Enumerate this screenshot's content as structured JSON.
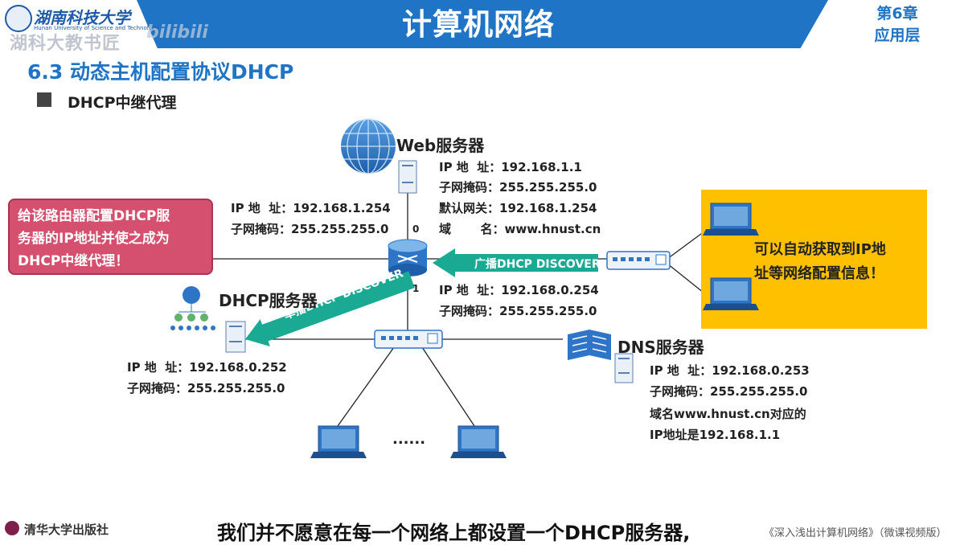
{
  "header": {
    "title": "计算机网络",
    "chapter_line1": "第6章",
    "chapter_line2": "应用层",
    "university_name": "湖南科技大学",
    "university_english": "Hunan University of Science and Technology",
    "watermark": "湖科大教书匠",
    "bilibili": "bilibili"
  },
  "section": {
    "title": "6.3 动态主机配置协议DHCP",
    "bullet": "DHCP中继代理"
  },
  "web_server": {
    "title": "Web服务器",
    "ip": "IP 地  址：192.168.1.1",
    "mask": "子网掩码：255.255.255.0",
    "gateway": "默认网关：192.168.1.254",
    "domain": "域       名：www.hnust.cn"
  },
  "router": {
    "if0_ip": "IP 地  址：192.168.1.254",
    "if0_mask": "子网掩码：255.255.255.0",
    "if0_label": "0",
    "if1_label": "1",
    "if1_ip": "IP 地  址：192.168.0.254",
    "if1_mask": "子网掩码：255.255.255.0"
  },
  "callout": {
    "text_line1": "给该路由器配置DHCP服",
    "text_line2": "务器的IP地址并使之成为",
    "text_line3": "DHCP中继代理！"
  },
  "broadcast_label": "广播DHCP DISCOVER",
  "unicast_label": "单播DHCP DISCOVER",
  "dhcp_server": {
    "title": "DHCP服务器",
    "ip": "IP 地  址：192.168.0.252",
    "mask": "子网掩码：255.255.255.0"
  },
  "dns_server": {
    "title": "DNS服务器",
    "ip": "IP 地  址：192.168.0.253",
    "mask": "子网掩码：255.255.255.0",
    "note1": "域名www.hnust.cn对应的",
    "note2": "IP地址是192.168.1.1"
  },
  "info_box": {
    "line1": "可以自动获取到IP地",
    "line2": "址等网络配置信息！"
  },
  "hosts_ellipsis": "......",
  "subtitle": "我们并不愿意在每一个网络上都设置一个DHCP服务器,",
  "footer": {
    "book": "《深入浅出计算机网络》（微课视频版）",
    "press": "清华大学出版社"
  },
  "colors": {
    "header_blue": "#1f74c6",
    "arrow_teal": "#1aaa94",
    "callout_pink": "#d4506e",
    "info_yellow": "#ffc000",
    "device_blue": "#2e75c8"
  }
}
